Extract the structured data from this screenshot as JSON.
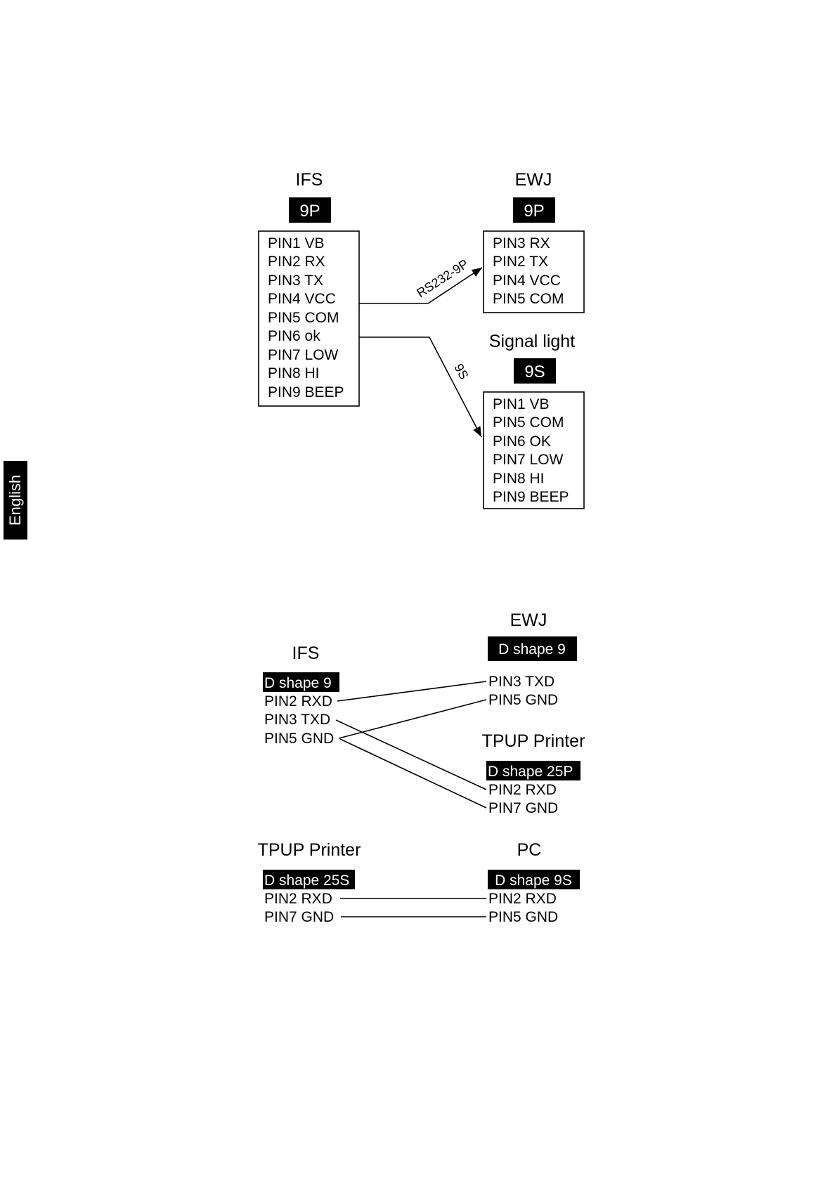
{
  "side_tab": {
    "label": "English"
  },
  "diagram1": {
    "ifs": {
      "title": "IFS",
      "badge": "9P",
      "pins": [
        "PIN1 VB",
        "PIN2 RX",
        "PIN3 TX",
        "PIN4 VCC",
        "PIN5 COM",
        "PIN6 ok",
        "PIN7 LOW",
        "PIN8 HI",
        "PIN9 BEEP"
      ]
    },
    "ewj": {
      "title": "EWJ",
      "badge": "9P",
      "pins": [
        "PIN3 RX",
        "PIN2 TX",
        "PIN4 VCC",
        "PIN5 COM"
      ]
    },
    "signal_light": {
      "title": "Signal light",
      "badge": "9S",
      "pins": [
        "PIN1 VB",
        "PIN5 COM",
        "PIN6 OK",
        "PIN7 LOW",
        "PIN8 HI",
        "PIN9 BEEP"
      ]
    },
    "cable_rs232": "RS232-9P",
    "cable_9s": "9S"
  },
  "diagram2": {
    "ifs": {
      "title": "IFS",
      "badge": "D shape 9",
      "pins": [
        "PIN2 RXD",
        "PIN3 TXD",
        "PIN5 GND"
      ]
    },
    "ewj": {
      "title": "EWJ",
      "badge": "D shape 9",
      "pins": [
        "PIN3 TXD",
        "PIN5 GND"
      ]
    },
    "tpup": {
      "title": "TPUP Printer",
      "badge": "D shape 25P",
      "pins": [
        "PIN2 RXD",
        "PIN7 GND"
      ]
    }
  },
  "diagram3": {
    "tpup": {
      "title": "TPUP Printer",
      "badge": "D shape 25S",
      "pins": [
        "PIN2 RXD",
        "PIN7 GND"
      ]
    },
    "pc": {
      "title": "PC",
      "badge": "D shape 9S",
      "pins": [
        "PIN2 RXD",
        "PIN5 GND"
      ]
    }
  }
}
